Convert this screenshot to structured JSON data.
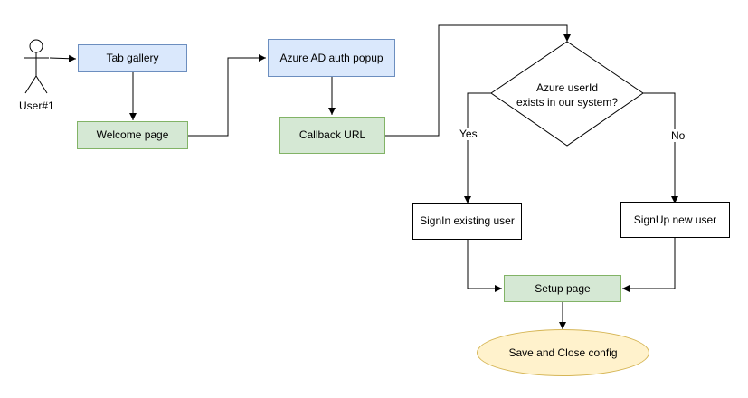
{
  "actor": {
    "label": "User#1"
  },
  "nodes": {
    "tab_gallery": "Tab gallery",
    "welcome_page": "Welcome page",
    "azure_popup": "Azure AD auth popup",
    "callback_url": "Callback URL",
    "decision": [
      "Azure userId",
      "exists in our system?"
    ],
    "signin": "SignIn existing user",
    "signup": "SignUp new user",
    "setup_page": "Setup page",
    "save_close": "Save and Close config"
  },
  "edge_labels": {
    "yes": "Yes",
    "no": "No"
  },
  "colors": {
    "blue_fill": "#dae8fc",
    "blue_stroke": "#6c8ebf",
    "green_fill": "#d5e8d4",
    "green_stroke": "#82b366",
    "yellow_fill": "#fff2cc",
    "yellow_stroke": "#d6b656"
  }
}
